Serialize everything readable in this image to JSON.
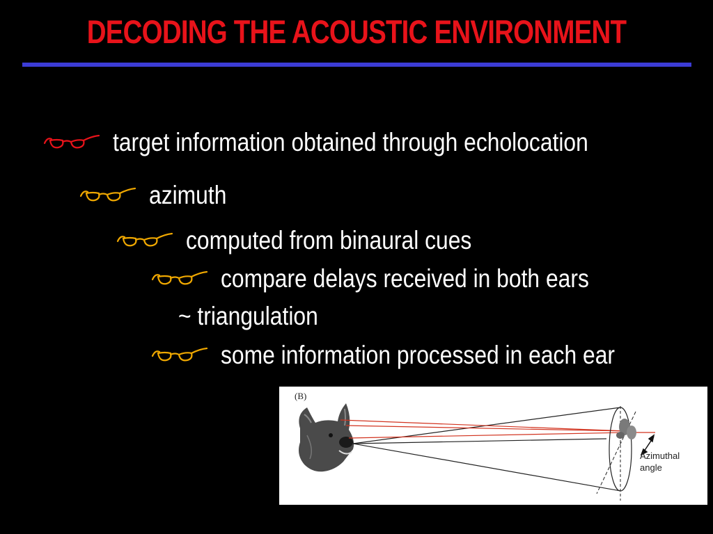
{
  "slide": {
    "title": "DECODING THE ACOUSTIC ENVIRONMENT",
    "colors": {
      "background": "#000000",
      "title": "#e8131a",
      "rule": "#3c3cd6",
      "text": "#ffffff",
      "bullet_level1": "#e8131a",
      "bullet_level2plus": "#f0a800"
    },
    "bullets": [
      {
        "text": "target information obtained through echolocation",
        "icon": "eyeglasses-icon"
      },
      {
        "text": "azimuth",
        "icon": "eyeglasses-icon"
      },
      {
        "text": "computed from binaural cues",
        "icon": "eyeglasses-icon"
      },
      {
        "text": "compare delays received in both ears",
        "icon": "eyeglasses-icon"
      },
      {
        "text": "~ triangulation"
      },
      {
        "text": "some information processed in each ear",
        "icon": "eyeglasses-icon"
      }
    ],
    "figure": {
      "panel_label": "(B)",
      "annotation_line1": "Azimuthal",
      "annotation_line2": "angle",
      "icons": [
        "bat-head-icon",
        "moth-icon"
      ]
    }
  }
}
